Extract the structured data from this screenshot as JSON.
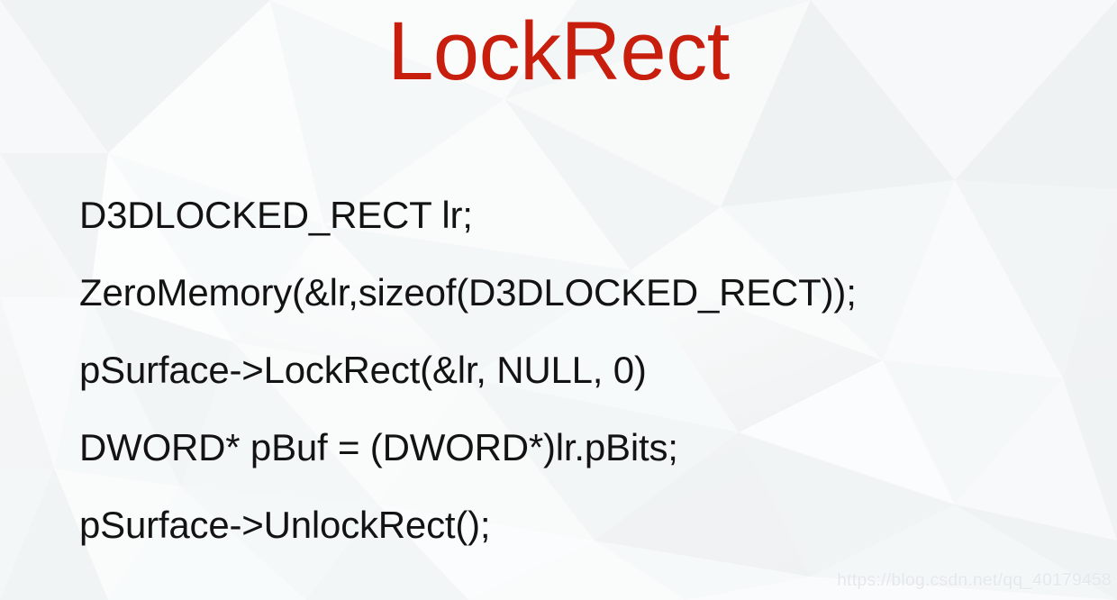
{
  "slide": {
    "title": "LockRect",
    "title_color": "#c81e0e",
    "background_color": "#f4f6f7",
    "body_text_color": "#131313",
    "code_lines": [
      "D3DLOCKED_RECT lr;",
      "ZeroMemory(&lr,sizeof(D3DLOCKED_RECT));",
      "pSurface->LockRect(&lr, NULL, 0)",
      "DWORD* pBuf = (DWORD*)lr.pBits;",
      "pSurface->UnlockRect();"
    ],
    "watermark": {
      "text": "https://blog.csdn.net/qq_40179458",
      "color": "#e4e8ea"
    }
  }
}
